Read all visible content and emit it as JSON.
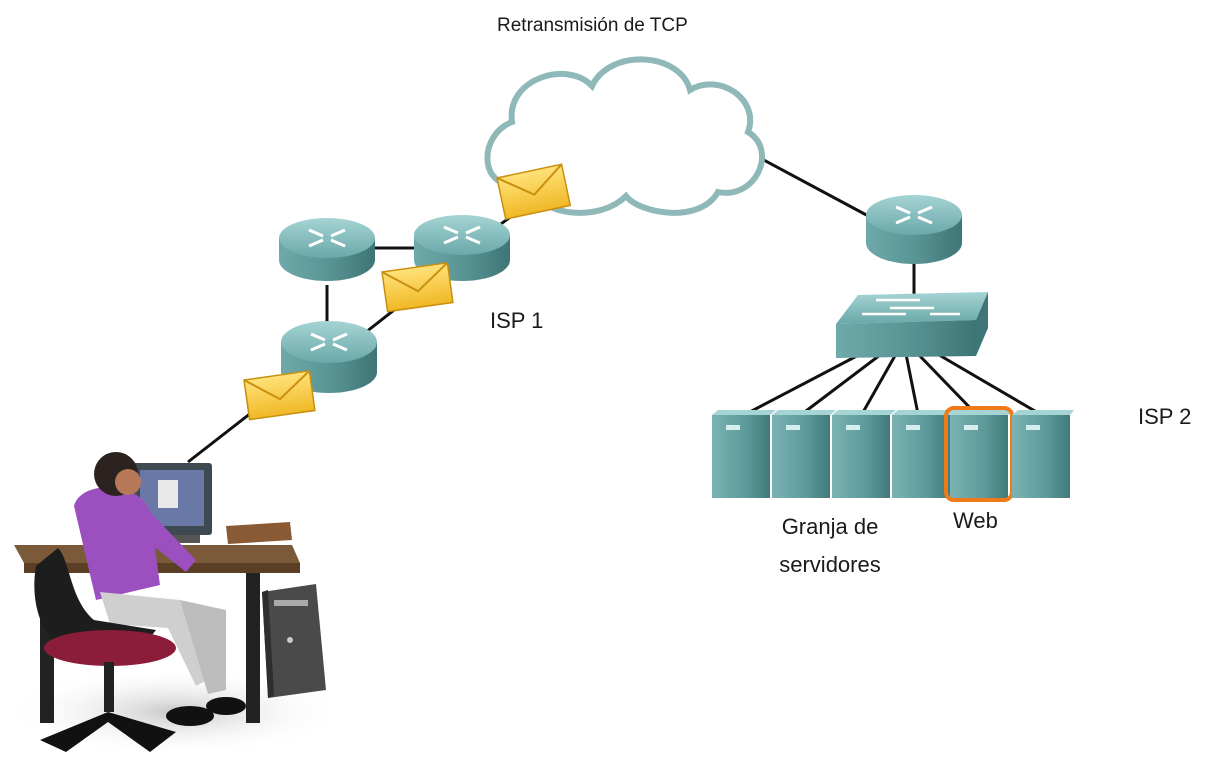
{
  "diagram": {
    "title": "Retransmisión de TCP",
    "labels": {
      "isp1": "ISP 1",
      "isp2": "ISP 2",
      "server_farm_line1": "Granja de",
      "server_farm_line2": "servidores",
      "web": "Web"
    },
    "icons": {
      "cloud": "cloud-icon",
      "router": "router-icon",
      "switch": "switch-icon",
      "server": "server-icon",
      "envelope": "envelope-icon",
      "user": "user-at-workstation-icon"
    },
    "colors": {
      "device_teal": "#5f9fa0",
      "device_teal_dark": "#3f7f80",
      "device_teal_light": "#8cc4c4",
      "cloud_outline": "#8fb8b8",
      "envelope": "#f5c93a",
      "highlight": "#f07a1a",
      "link": "#111111"
    }
  }
}
